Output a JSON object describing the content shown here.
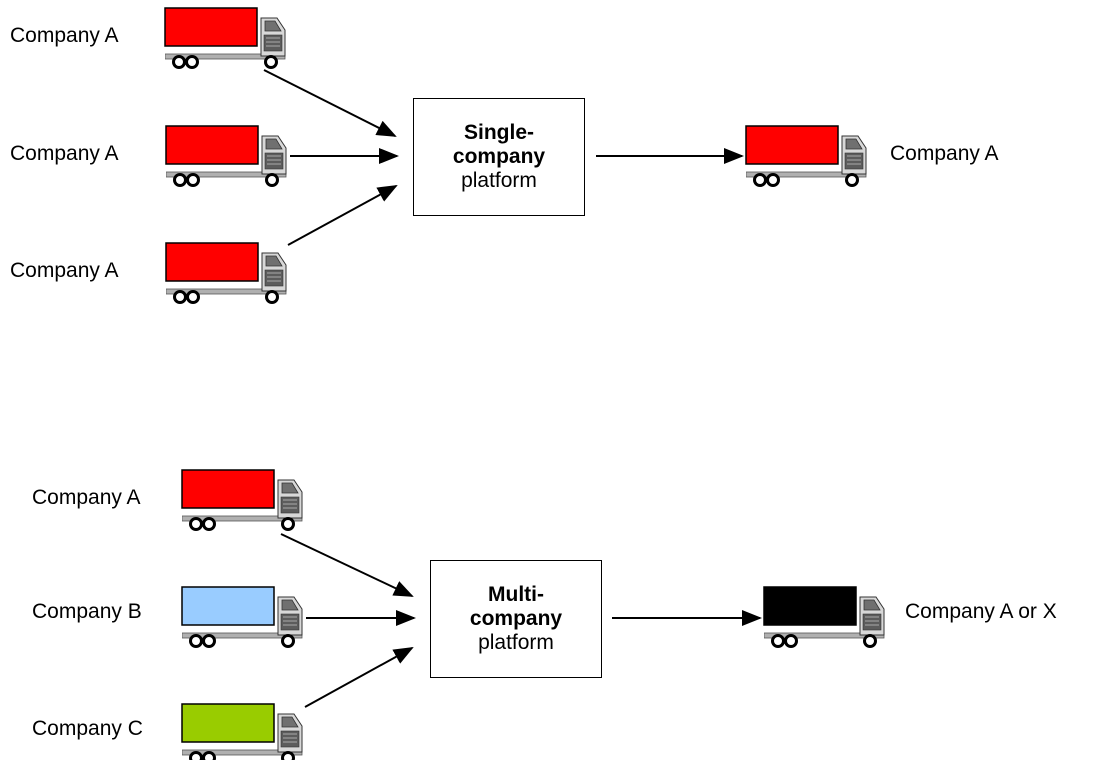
{
  "top_diagram": {
    "inputs": [
      {
        "label": "Company A",
        "truck_color": "#ff0000"
      },
      {
        "label": "Company A",
        "truck_color": "#ff0000"
      },
      {
        "label": "Company A",
        "truck_color": "#ff0000"
      }
    ],
    "platform": {
      "line1": "Single-",
      "line2": "company",
      "line3": "platform"
    },
    "output": {
      "label": "Company A",
      "truck_color": "#ff0000"
    }
  },
  "bottom_diagram": {
    "inputs": [
      {
        "label": "Company A",
        "truck_color": "#ff0000"
      },
      {
        "label": "Company B",
        "truck_color": "#99ccff"
      },
      {
        "label": "Company C",
        "truck_color": "#99cc00"
      }
    ],
    "platform": {
      "line1": "Multi-",
      "line2": "company",
      "line3": "platform"
    },
    "output": {
      "label": "Company A or X",
      "truck_color": "#000000"
    }
  },
  "colors": {
    "cab_light": "#e0e0e0",
    "cab_dark": "#606060",
    "chassis": "#b0b0b0",
    "arrow": "#000000"
  },
  "icons": {
    "truck": "truck-icon"
  }
}
